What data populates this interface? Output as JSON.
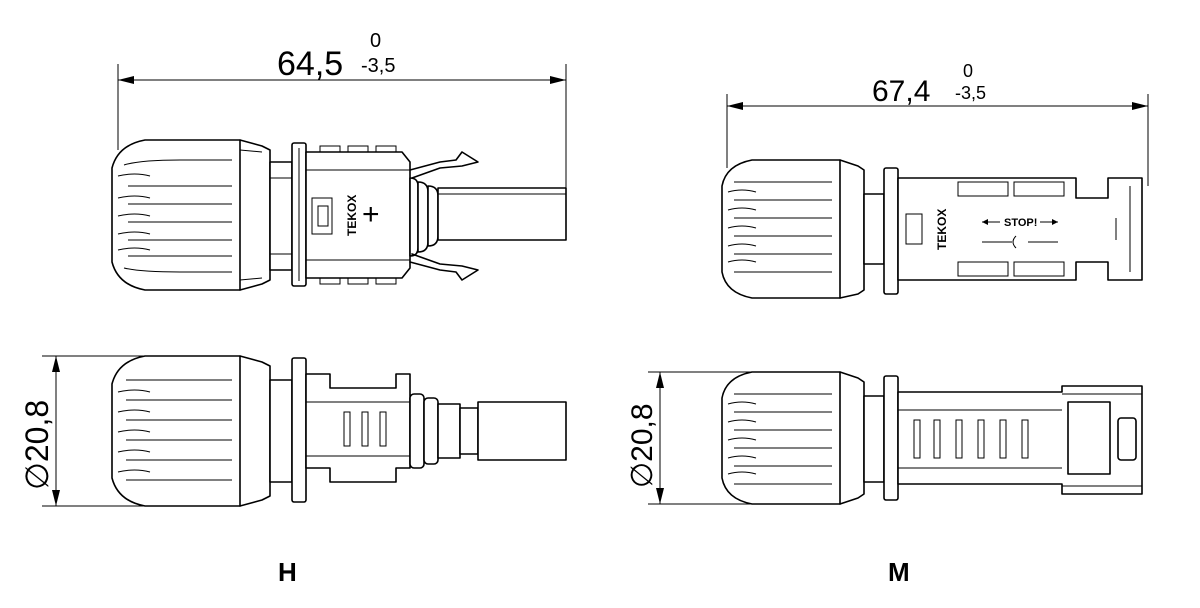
{
  "drawing": {
    "connector_h": {
      "label": "H",
      "length_dimension": {
        "nominal": "64,5",
        "tol_upper": "0",
        "tol_lower": "-3,5"
      },
      "diameter_dimension": "∅20,8",
      "brand_mark": "TEKOX",
      "polarity_mark": "+"
    },
    "connector_m": {
      "label": "M",
      "length_dimension": {
        "nominal": "67,4",
        "tol_upper": "0",
        "tol_lower": "-3,5"
      },
      "diameter_dimension": "∅20,8",
      "brand_mark": "TEKOX",
      "stop_mark": "STOP!"
    }
  }
}
